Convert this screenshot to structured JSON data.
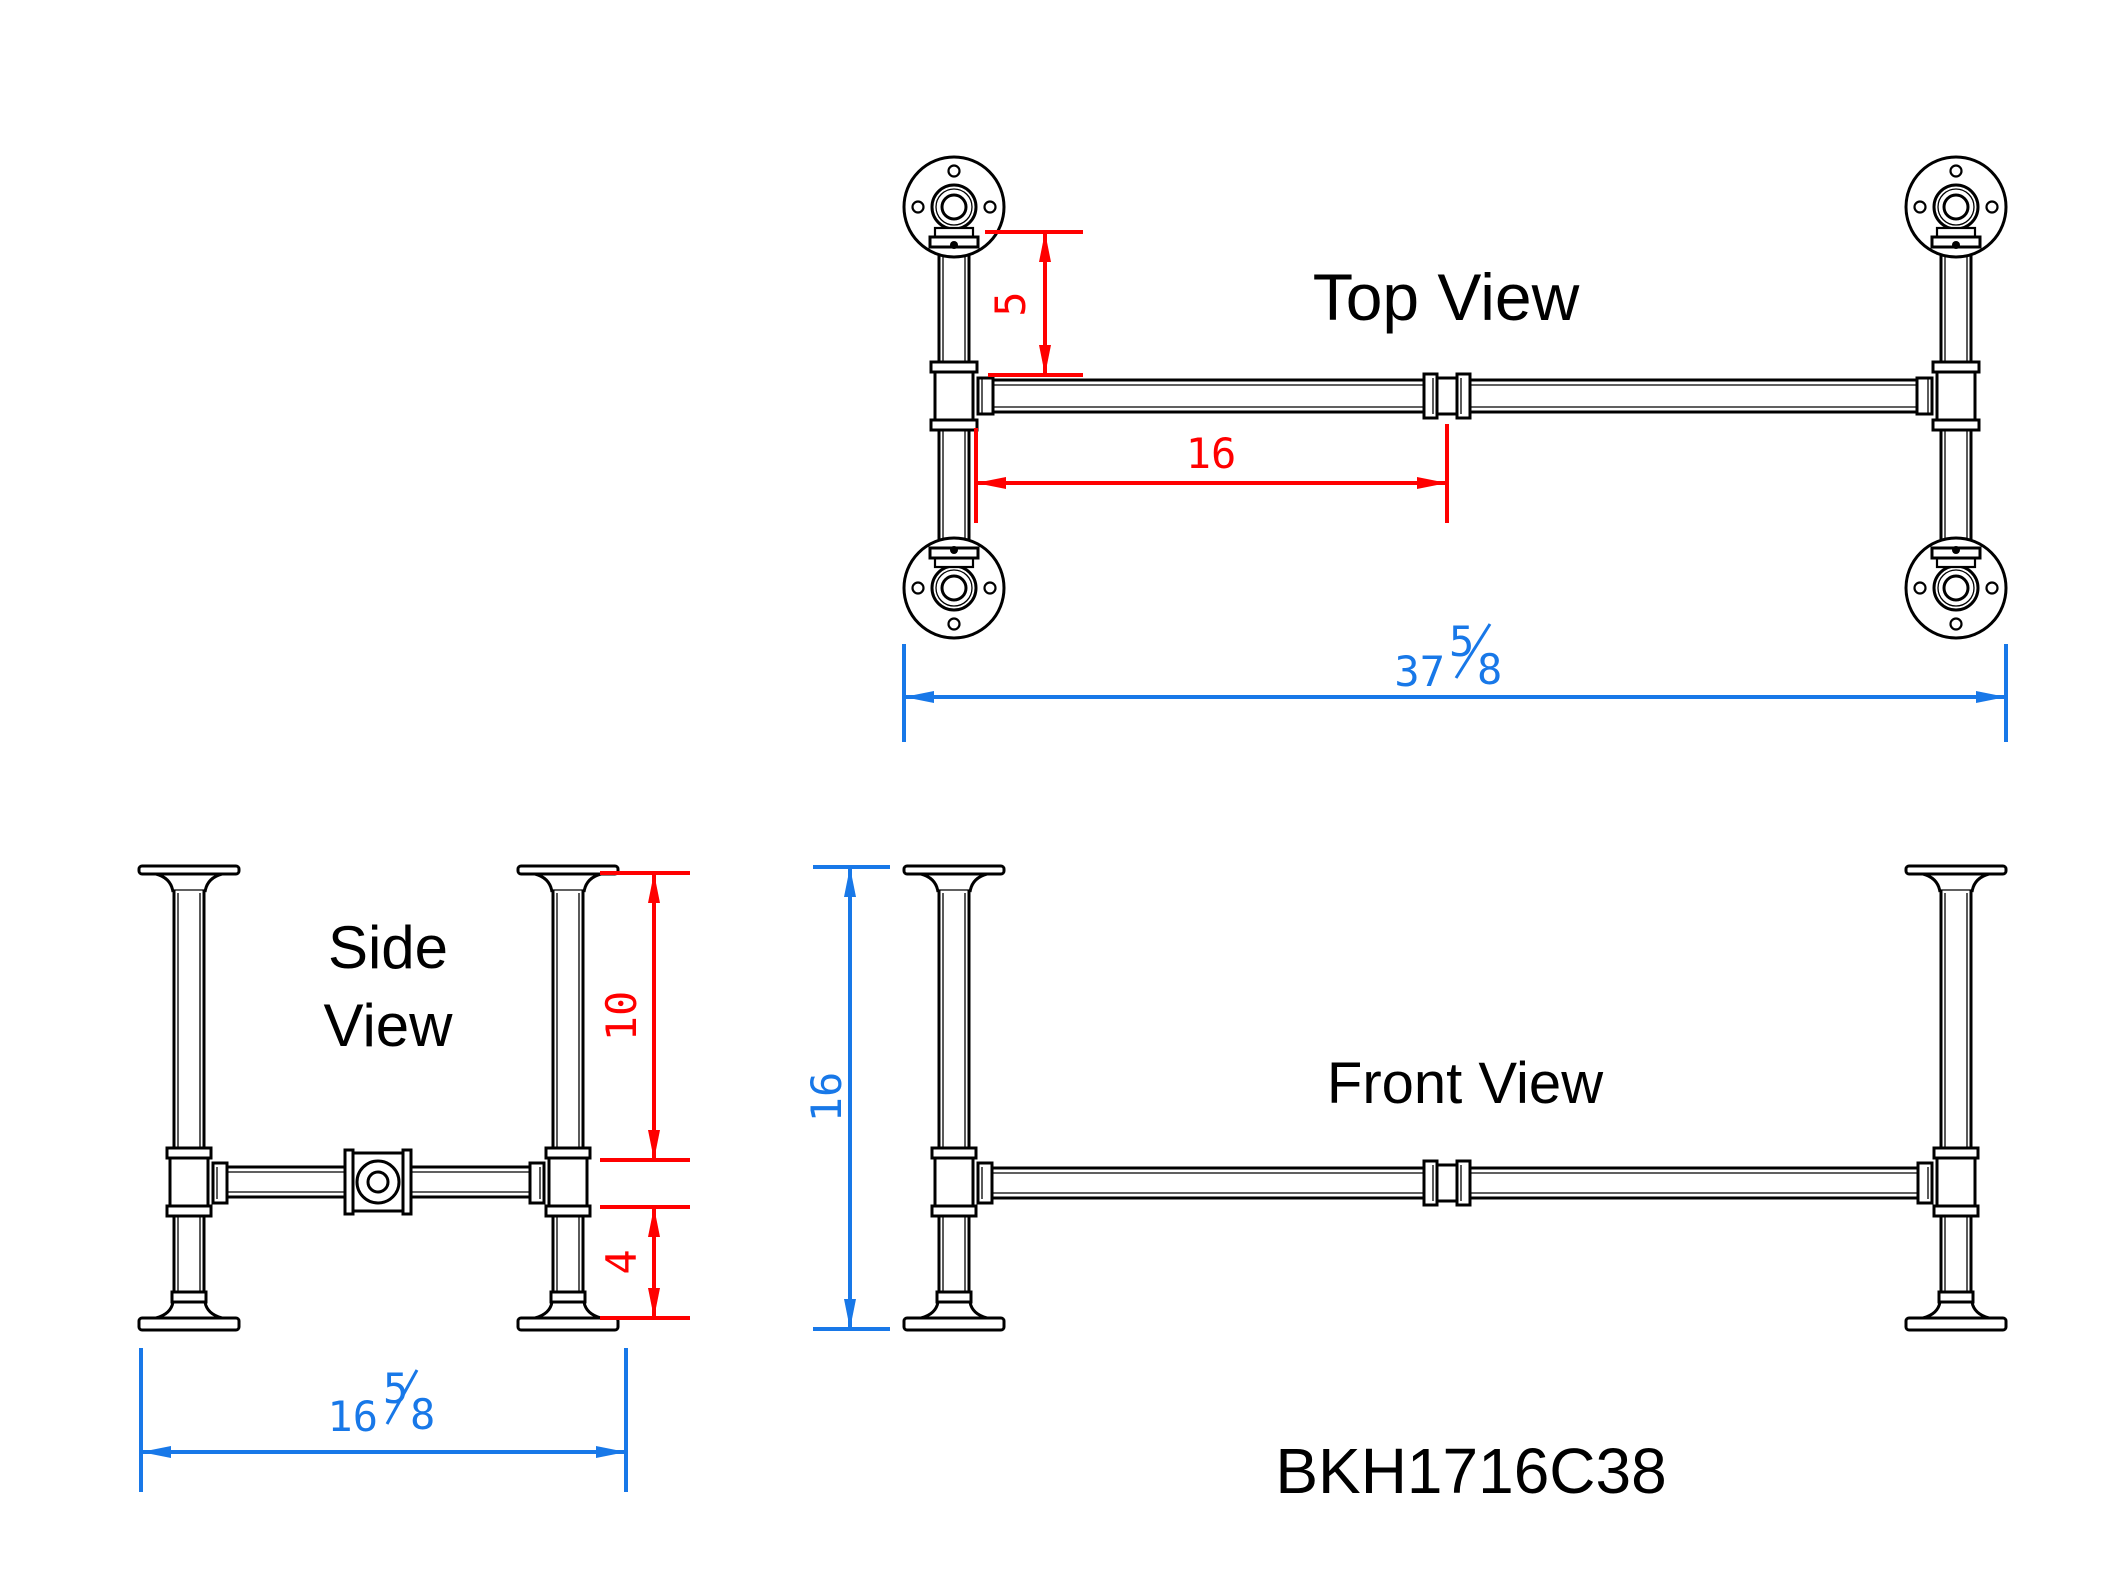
{
  "title_block": {
    "product_code": "BKH1716C38"
  },
  "views": {
    "top": {
      "title": "Top View",
      "dim_flange_offset": "5",
      "dim_leg_to_center": "16",
      "dim_overall_length": {
        "whole": "37",
        "numerator": "5",
        "denominator": "8"
      }
    },
    "side": {
      "title_line1": "Side",
      "title_line2": "View",
      "dim_upper_leg": "10",
      "dim_lower_leg": "4",
      "dim_overall_depth": {
        "whole": "16",
        "numerator": "5",
        "denominator": "8"
      }
    },
    "front": {
      "title": "Front View",
      "dim_overall_height": "16"
    }
  },
  "colors": {
    "outline": "#000000",
    "dim_red": "#ff0000",
    "dim_blue": "#1878e8"
  }
}
